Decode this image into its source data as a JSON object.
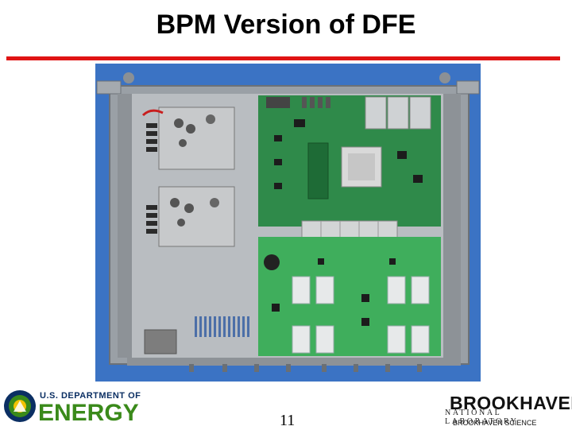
{
  "slide": {
    "title": "BPM Version of DFE",
    "page_number": "11"
  },
  "logos": {
    "doe_line1": "U.S. DEPARTMENT OF",
    "doe_line2": "ENERGY",
    "bnl_name": "BROOKHAVEN",
    "bnl_subtitle": "NATIONAL LABORATORY",
    "bnl_footer": "BROOKHAVEN SCIENCE"
  },
  "colors": {
    "rule": "#e01414",
    "pcb_green": "#2f8a4a",
    "doe_green": "#3a8a1a",
    "doe_blue": "#0b2f63"
  }
}
